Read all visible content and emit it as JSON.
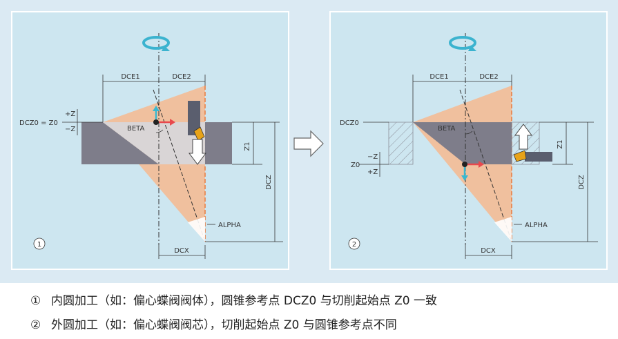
{
  "panel1": {
    "labels": {
      "dce1": "DCE1",
      "dce2": "DCE2",
      "dcz0_eq_z0": "DCZ0 = Z0",
      "plus_z": "+Z",
      "minus_z": "−Z",
      "beta": "BETA",
      "z1": "Z1",
      "dcz": "DCZ",
      "alpha": "ALPHA",
      "dcx": "DCX",
      "number": "1"
    }
  },
  "panel2": {
    "labels": {
      "dce1": "DCE1",
      "dce2": "DCE2",
      "dcz0": "DCZ0",
      "z0": "Z0",
      "minus_z": "−Z",
      "plus_z": "+Z",
      "beta": "BETA",
      "z1": "Z1",
      "dcz": "DCZ",
      "alpha": "ALPHA",
      "dcx": "DCX",
      "number": "2"
    }
  },
  "captions": [
    {
      "num": "①",
      "text": "内圆加工（如：偏心蝶阀阀体），圆锥参考点 DCZ0 与切削起始点 Z0 一致"
    },
    {
      "num": "②",
      "text": "外圆加工（如：偏心蝶阀阀芯），切削起始点 Z0 与圆锥参考点不同"
    }
  ],
  "colors": {
    "outer_bg": "#dbeaf3",
    "panel_bg": "#cde6f0",
    "panel_border": "#ffffff",
    "cone_fill": "#f6b98f",
    "cone_edge": "#e87a3e",
    "workpiece": "#7e7d8a",
    "bore": "#d6d7dc",
    "tool": "#5a5e6e",
    "insert": "#e8a319",
    "arrow_red": "#e8484d",
    "arrow_cyan": "#38b8d0",
    "rotation_arrow": "#3bb3cf"
  }
}
